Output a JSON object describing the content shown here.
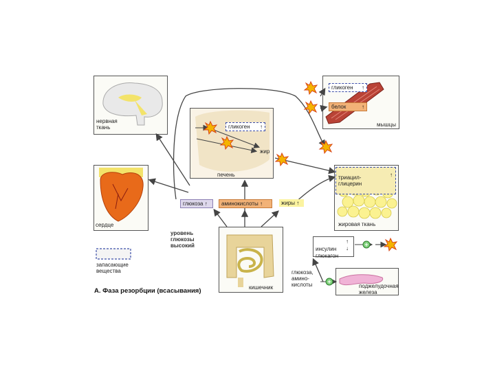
{
  "labels": {
    "nervous": "нервная\nткань",
    "muscles": "мышцы",
    "liver": "печень",
    "heart": "сердце",
    "adipose": "жировая ткань",
    "glucose_level": "уровень\nглюкозы\nвысокий",
    "storage": "запасающие\nвещества",
    "intestine": "кишечник",
    "pancreas": "поджелудочная\nжелеза",
    "glucose_amino": "глюкоза,\nамино-\nкислоты",
    "fat_liver": "жир"
  },
  "tags": {
    "glycogen_muscle": "гликоген",
    "protein_muscle": "белок",
    "glycogen_liver": "гликоген",
    "triacylglycerin": "триацил-\nглицерин",
    "glucose": "глюкоза",
    "amino_acids": "аминокислоты",
    "fats": "жиры",
    "insulin_glucagon": "инсулин\nглюкагон"
  },
  "arrows": {
    "up": "↑",
    "down": "↓"
  },
  "caption": "А. Фаза резорбции (всасывания)"
}
